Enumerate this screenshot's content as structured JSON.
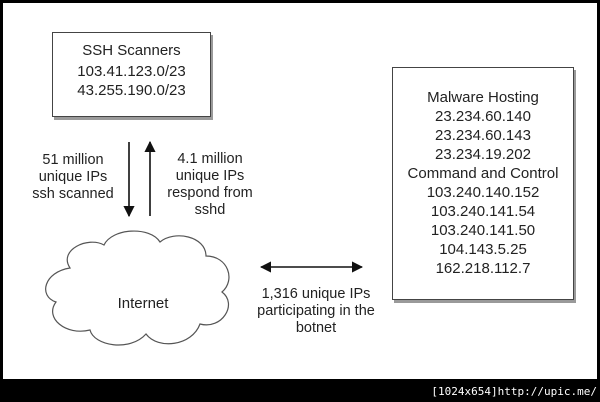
{
  "ssh_scanners": {
    "title": "SSH Scanners",
    "ranges": [
      "103.41.123.0/23",
      "43.255.190.0/23"
    ]
  },
  "malware_box": {
    "hosting_title": "Malware Hosting",
    "hosting_ips": [
      "23.234.60.140",
      "23.234.60.143",
      "23.234.19.202"
    ],
    "cnc_title": "Command and Control",
    "cnc_ips": [
      "103.240.140.152",
      "103.240.141.54",
      "103.240.141.50",
      "104.143.5.25",
      "162.218.112.7"
    ]
  },
  "edges": {
    "scanned": [
      "51 million",
      "unique IPs",
      "ssh scanned"
    ],
    "respond": [
      "4.1 million",
      "unique IPs",
      "respond from",
      "sshd"
    ],
    "botnet": [
      "1,316 unique IPs",
      "participating in the",
      "botnet"
    ]
  },
  "cloud": {
    "label": "Internet"
  },
  "watermark": "[1024x654]http://upic.me/"
}
